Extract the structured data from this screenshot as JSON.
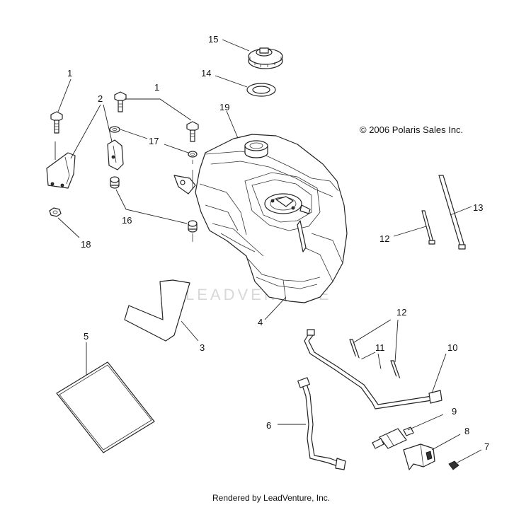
{
  "callouts": {
    "c1a": "1",
    "c1b": "1",
    "c2": "2",
    "c3": "3",
    "c4": "4",
    "c5": "5",
    "c6": "6",
    "c7": "7",
    "c8": "8",
    "c9": "9",
    "c10": "10",
    "c11": "11",
    "c12a": "12",
    "c12b": "12",
    "c13": "13",
    "c14": "14",
    "c15": "15",
    "c16": "16",
    "c17": "17",
    "c18": "18",
    "c19": "19"
  },
  "copyright": "© 2006 Polaris Sales Inc.",
  "watermark": "LEADVENTURE",
  "footer": "Rendered by LeadVenture, Inc."
}
